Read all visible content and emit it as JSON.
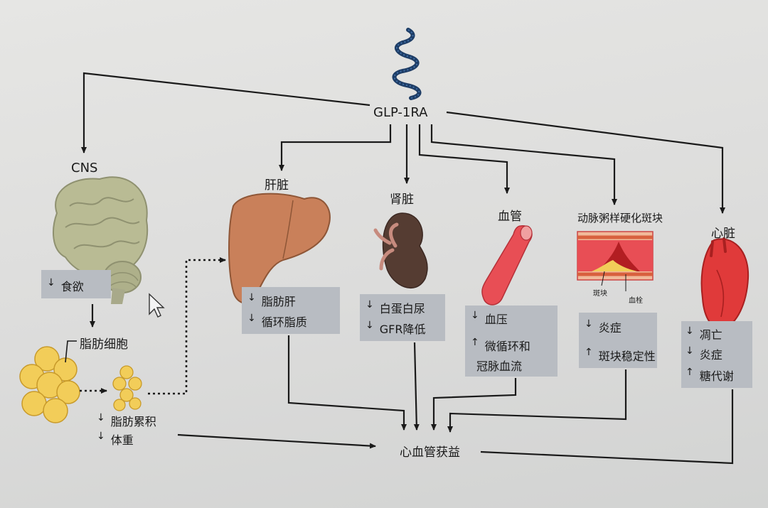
{
  "colors": {
    "line": "#1a1a1a",
    "box": "#b8bcc2",
    "fat": "#f2cd59",
    "liver": "#c9805a",
    "kidney": "#553c32",
    "vessel": "#e84e55",
    "heart": "#e03a3a",
    "brain": "#b9bb94",
    "glp1": "#2c4f7a"
  },
  "hub": {
    "label": "GLP-1RA",
    "icon": "glp1-peptide-helix"
  },
  "cns": {
    "label": "CNS",
    "effect_arrow": "↓",
    "effect": "食欲"
  },
  "adipose": {
    "title": "脂肪细胞",
    "rows": [
      {
        "arrow": "↓",
        "text": "脂肪累积"
      },
      {
        "arrow": "↓",
        "text": "体重"
      }
    ]
  },
  "liver": {
    "label": "肝脏",
    "rows": [
      {
        "arrow": "↓",
        "text": "脂肪肝"
      },
      {
        "arrow": "↓",
        "text": "循环脂质"
      }
    ]
  },
  "kidney": {
    "label": "肾脏",
    "rows": [
      {
        "arrow": "↓",
        "text": "白蛋白尿"
      },
      {
        "arrow": "↓",
        "text": "GFR降低"
      }
    ]
  },
  "vessel": {
    "label": "血管",
    "rows": [
      {
        "arrow": "↓",
        "text": "血压"
      },
      {
        "arrow": "↑",
        "text": "微循环和"
      },
      {
        "arrow": "",
        "text": "冠脉血流"
      }
    ]
  },
  "plaque": {
    "label": "动脉粥样硬化斑块",
    "cap_plaque": "斑块",
    "cap_thrombus": "血栓",
    "rows": [
      {
        "arrow": "↓",
        "text": "炎症"
      },
      {
        "arrow": "↑",
        "text": "斑块稳定性"
      }
    ]
  },
  "heart": {
    "label": "心脏",
    "rows": [
      {
        "arrow": "↓",
        "text": "凋亡"
      },
      {
        "arrow": "↓",
        "text": "炎症"
      },
      {
        "arrow": "↑",
        "text": "糖代谢"
      }
    ]
  },
  "outcome": {
    "label": "心血管获益"
  }
}
